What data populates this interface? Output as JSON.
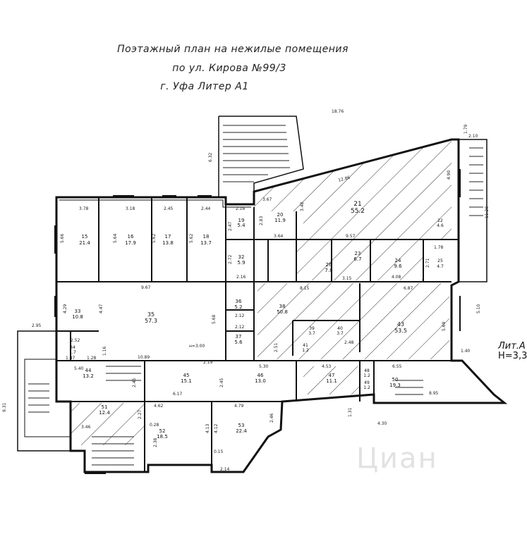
{
  "title": {
    "line1": "Поэтажный план на нежилые помещения",
    "line2": "по ул. Кирова №99/3",
    "line3": "г. Уфа Литер А1"
  },
  "liter": {
    "label": "Лит.А",
    "height": "Н=3,3"
  },
  "watermark": "Циан",
  "dims": {
    "d1876": "18.76",
    "d632": "6.32",
    "d179": "1.79",
    "d210": "2.10",
    "d1120": "11.20",
    "d378": "3.78",
    "d318": "3.18",
    "d245a": "2.45",
    "d244": "2.44",
    "d216a": "2.16",
    "d367": "3.67",
    "d348": "3.48",
    "d283": "2.83",
    "d364": "3.64",
    "d957": "9.57",
    "d490": "4.90",
    "d1286": "12.86",
    "d566": "5.66",
    "d564": "5.64",
    "d562a": "5.62",
    "d562b": "5.62",
    "d247a": "2.47",
    "d272": "2.72",
    "d216b": "2.16",
    "d967": "9.67",
    "d429": "4.29",
    "d447": "4.47",
    "d568": "5.68",
    "d212a": "2.12",
    "d212b": "2.12",
    "d815": "8.15",
    "d687": "6.87",
    "d315": "3.15",
    "d295": "2.95",
    "d252": "2.52",
    "d1089": "10.89",
    "d147": "1.47",
    "d128": "1.28",
    "d116": "1.16",
    "d540": "5.40",
    "d219": "2.19",
    "d530": "5.30",
    "d453": "4.53",
    "d655": "6.55",
    "d895": "8.95",
    "d140": "1.40",
    "d510": "5.10",
    "d569": "5.69",
    "d408": "4.08",
    "d271": "2.71",
    "d178": "1.78",
    "d617": "6.17",
    "d462": "4.62",
    "d479": "4.79",
    "d227": "2.27",
    "d346": "3.46",
    "d413": "4.13",
    "d412": "4.12",
    "d246": "2.46",
    "d214": "2.14",
    "d238": "2.38",
    "d015": "0.15",
    "d028": "0.28",
    "d131": "1.31",
    "d430": "4.30",
    "d931": "9.31",
    "d245b": "2.45",
    "d248": "2.48",
    "d245c": "2.45",
    "d251": "2.51",
    "h": "н=3.00"
  },
  "rooms": [
    {
      "num": "15",
      "area": "21.4"
    },
    {
      "num": "16",
      "area": "17.9"
    },
    {
      "num": "17",
      "area": "13.8"
    },
    {
      "num": "18",
      "area": "13.7"
    },
    {
      "num": "19",
      "area": "5.4"
    },
    {
      "num": "20",
      "area": "11.9"
    },
    {
      "num": "21",
      "area": "55.2"
    },
    {
      "num": "22",
      "area": "4.6"
    },
    {
      "num": "23",
      "area": "6.7"
    },
    {
      "num": "24",
      "area": "9.6"
    },
    {
      "num": "25",
      "area": "4.7"
    },
    {
      "num": "26",
      "area": "7.8"
    },
    {
      "num": "32",
      "area": "5.9"
    },
    {
      "num": "33",
      "area": "10.8"
    },
    {
      "num": "34",
      "area": "1.7"
    },
    {
      "num": "35",
      "area": "57.3"
    },
    {
      "num": "36",
      "area": "5.2"
    },
    {
      "num": "37",
      "area": "5.6"
    },
    {
      "num": "38",
      "area": "50.8"
    },
    {
      "num": "39",
      "area": "3.7"
    },
    {
      "num": "40",
      "area": "3.7"
    },
    {
      "num": "41",
      "area": "1.2"
    },
    {
      "num": "43",
      "area": "53.5"
    },
    {
      "num": "44",
      "area": "13.2"
    },
    {
      "num": "45",
      "area": "15.1"
    },
    {
      "num": "46",
      "area": "13.0"
    },
    {
      "num": "47",
      "area": "11.1"
    },
    {
      "num": "48",
      "area": "1.2"
    },
    {
      "num": "49",
      "area": "1.2"
    },
    {
      "num": "50",
      "area": "19.3"
    },
    {
      "num": "51",
      "area": "12.4"
    },
    {
      "num": "52",
      "area": "18.5"
    },
    {
      "num": "53",
      "area": "22.4"
    }
  ]
}
